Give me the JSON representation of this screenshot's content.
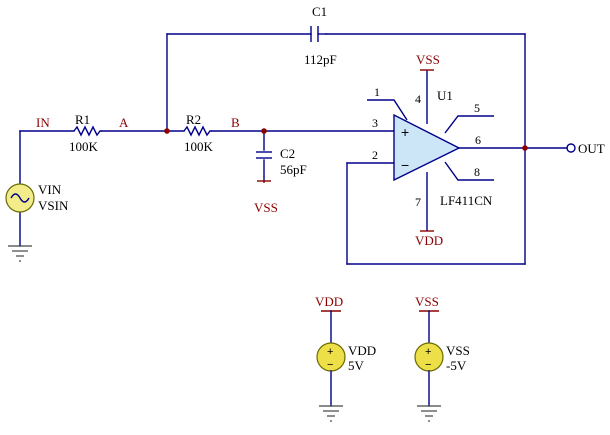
{
  "components": {
    "r1": {
      "designator": "R1",
      "value": "100K"
    },
    "r2": {
      "designator": "R2",
      "value": "100K"
    },
    "c1": {
      "designator": "C1",
      "value": "112pF"
    },
    "c2": {
      "designator": "C2",
      "value": "56pF"
    },
    "u1": {
      "designator": "U1",
      "part": "LF411CN"
    },
    "vin": {
      "designator": "VIN",
      "type": "VSIN"
    },
    "vdd_source": {
      "designator": "VDD",
      "value": "5V"
    },
    "vss_source": {
      "designator": "VSS",
      "value": "-5V"
    }
  },
  "nets": {
    "in": "IN",
    "a": "A",
    "b": "B",
    "out": "OUT"
  },
  "power_ports": {
    "vdd": "VDD",
    "vss": "VSS"
  },
  "pins": {
    "p1": "1",
    "p2": "2",
    "p3": "3",
    "p4": "4",
    "p5": "5",
    "p6": "6",
    "p7": "7",
    "p8": "8"
  },
  "opamp_signs": {
    "plus": "+",
    "minus": "−"
  },
  "source_signs": {
    "plus": "+",
    "minus": "−"
  },
  "colors": {
    "wire": "#00008b",
    "net_label": "#8b0000",
    "opamp_fill": "#cde6f7",
    "source_fill": "#ecdf48",
    "junction": "#8b0000"
  }
}
